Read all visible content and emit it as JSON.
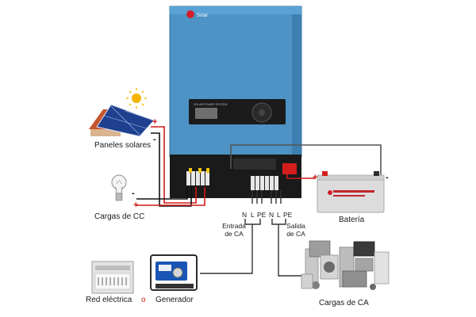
{
  "inverter": {
    "brand": "Solar",
    "panel_title": "SOLAR POWER SYSTEM",
    "body_color": "#4d93c6",
    "display_color": "#1b1b1b"
  },
  "components": {
    "solar_panels": "Paneles solares",
    "dc_loads": "Cargas de CC",
    "battery": "Batería",
    "grid": "Red eléctrica",
    "or": "o",
    "generator": "Generador",
    "ac_loads": "Cargas de CA"
  },
  "terminals": {
    "input": [
      "N",
      "L",
      "PE"
    ],
    "output": [
      "N",
      "L",
      "PE"
    ],
    "input_label_line1": "Entrada",
    "input_label_line2": "de CA",
    "output_label_line1": "Salida",
    "output_label_line2": "de CA"
  },
  "polarity": {
    "plus": "+",
    "minus": "-"
  },
  "colors": {
    "positive_wire": "#d01818",
    "negative_wire": "#111111",
    "ac_wire": "#333333",
    "accent_or": "#d42020"
  }
}
